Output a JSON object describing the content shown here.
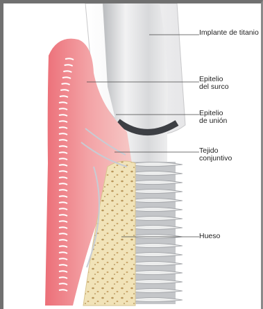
{
  "labels": {
    "implante": "Implante de titanio",
    "epitelio_surco": "Epitelio\ndel surco",
    "epitelio_union": "Epitelio\nde unión",
    "tejido": "Tejido\nconjuntivo",
    "hueso": "Hueso"
  },
  "colors": {
    "gingiva": "#e9767c",
    "gingiva_light": "#f7c6c4",
    "bone": "#f1e3b8",
    "implant": "#d9dadc",
    "frame": "#707070"
  }
}
